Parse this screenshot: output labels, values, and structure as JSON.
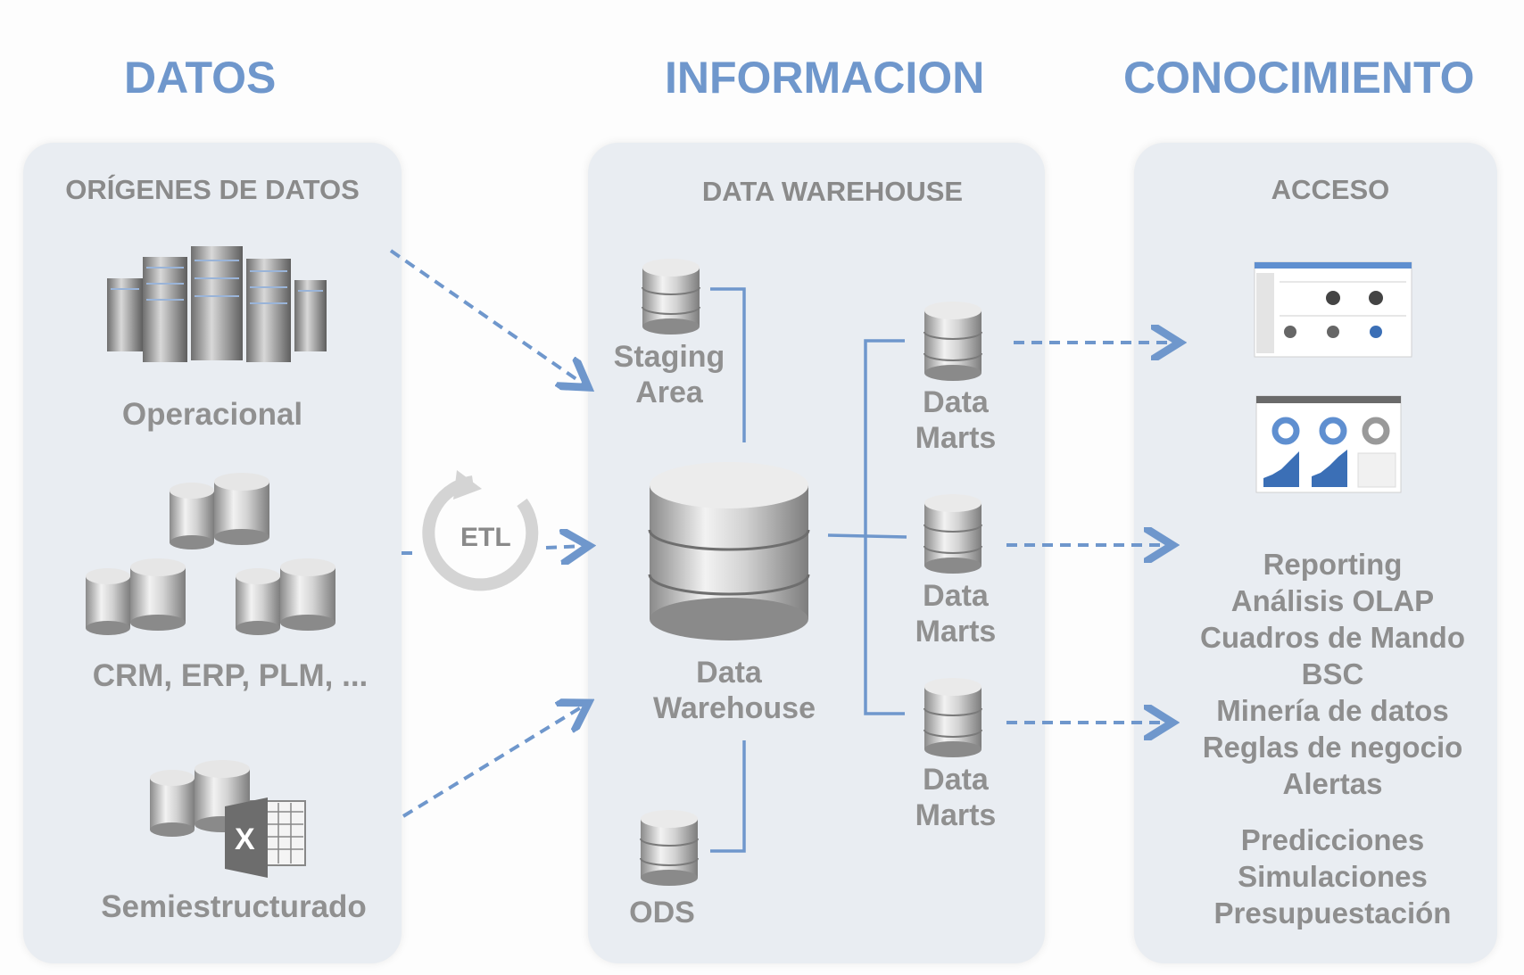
{
  "headings": {
    "datos": "DATOS",
    "informacion": "INFORMACION",
    "conocimiento": "CONOCIMIENTO"
  },
  "panels": {
    "origenes": {
      "title": "ORÍGENES DE DATOS",
      "items": [
        "Operacional",
        "CRM, ERP, PLM, ...",
        "Semiestructurado"
      ]
    },
    "warehouse": {
      "title": "DATA WAREHOUSE",
      "staging": [
        "Staging",
        "Area"
      ],
      "central": [
        "Data",
        "Warehouse"
      ],
      "ods": "ODS",
      "marts": [
        [
          "Data",
          "Marts"
        ],
        [
          "Data",
          "Marts"
        ],
        [
          "Data",
          "Marts"
        ]
      ]
    },
    "acceso": {
      "title": "ACCESO",
      "group1": [
        "Reporting",
        "Análisis OLAP",
        "Cuadros de Mando",
        "BSC",
        "Minería de datos",
        "Reglas de negocio",
        "Alertas"
      ],
      "group2": [
        "Predicciones",
        "Simulaciones",
        "Presupuestación"
      ]
    }
  },
  "etl_label": "ETL",
  "excel_letter": "X",
  "colors": {
    "heading": "#6f97cc",
    "panel": "#e9edf2",
    "arrow": "#6f97cc",
    "text": "#8e8e8e"
  }
}
